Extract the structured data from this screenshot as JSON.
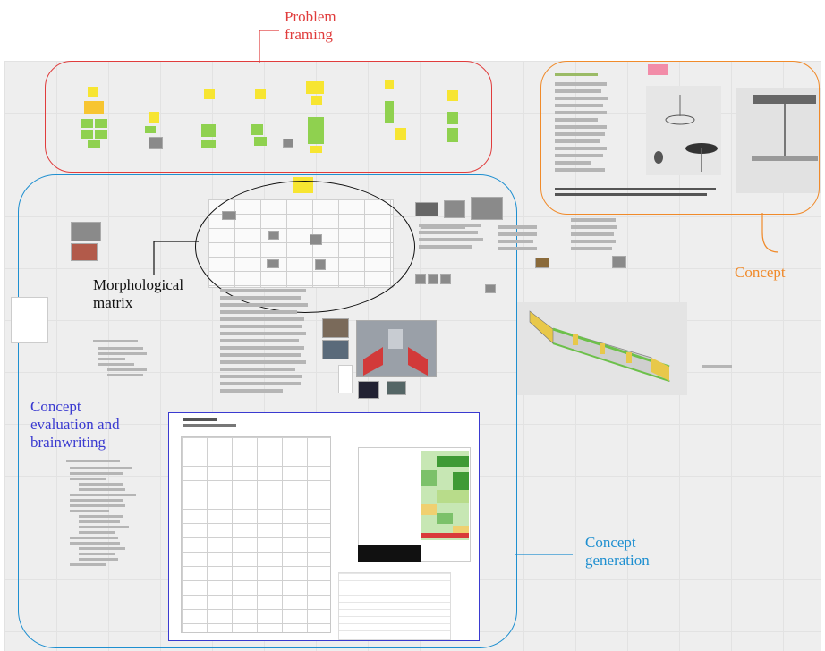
{
  "regions": {
    "problem_framing": {
      "label": "Problem\nframing",
      "color": "#e03c3c"
    },
    "concept": {
      "label": "Concept",
      "color": "#f08a2a"
    },
    "morphological_matrix": {
      "label": "Morphological\nmatrix",
      "color": "#111111"
    },
    "concept_evaluation": {
      "label": "Concept\nevaluation and\nbrainwriting",
      "color": "#3a3ad0"
    },
    "concept_generation": {
      "label": "Concept\ngeneration",
      "color": "#1e8fd0"
    }
  },
  "colors": {
    "sticky_yellow": "#f7e531",
    "sticky_green": "#8fd14f",
    "sticky_pink": "#f28ca8",
    "heat_green": "#3f9a35",
    "heat_red": "#d93a3a"
  }
}
